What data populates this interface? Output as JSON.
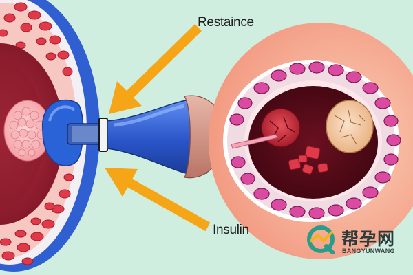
{
  "labels": {
    "top": "Restaince",
    "bottom": "Insulin"
  },
  "watermark": {
    "chinese": "帮孕网",
    "latin": "BANGYUNWANG"
  },
  "colors": {
    "background": "#cfeee0",
    "arrow": "#f5a516",
    "syringe": "#2f63d6",
    "tissue_wall": "#f6a996",
    "cell_magenta": "#d94aa0",
    "blood_cell": "#e03a4a"
  }
}
